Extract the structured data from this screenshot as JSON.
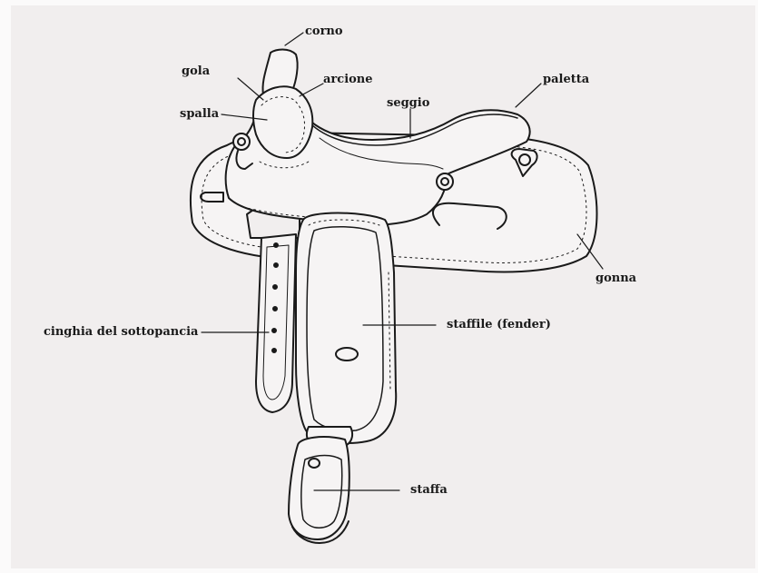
{
  "diagram": {
    "subject": "western-saddle",
    "labels": {
      "corno": "corno",
      "gola": "gola",
      "arcione": "arcione",
      "paletta": "paletta",
      "seggio": "seggio",
      "spalla": "spalla",
      "gonna": "gonna",
      "cinghia": "cinghia del sottopancia",
      "staffile": "staffile (fender)",
      "staffa": "staffa"
    },
    "colors": {
      "ink": "#1a1a1a",
      "paper": "#f1eeee",
      "saddle_fill": "#f6f4f4"
    }
  }
}
